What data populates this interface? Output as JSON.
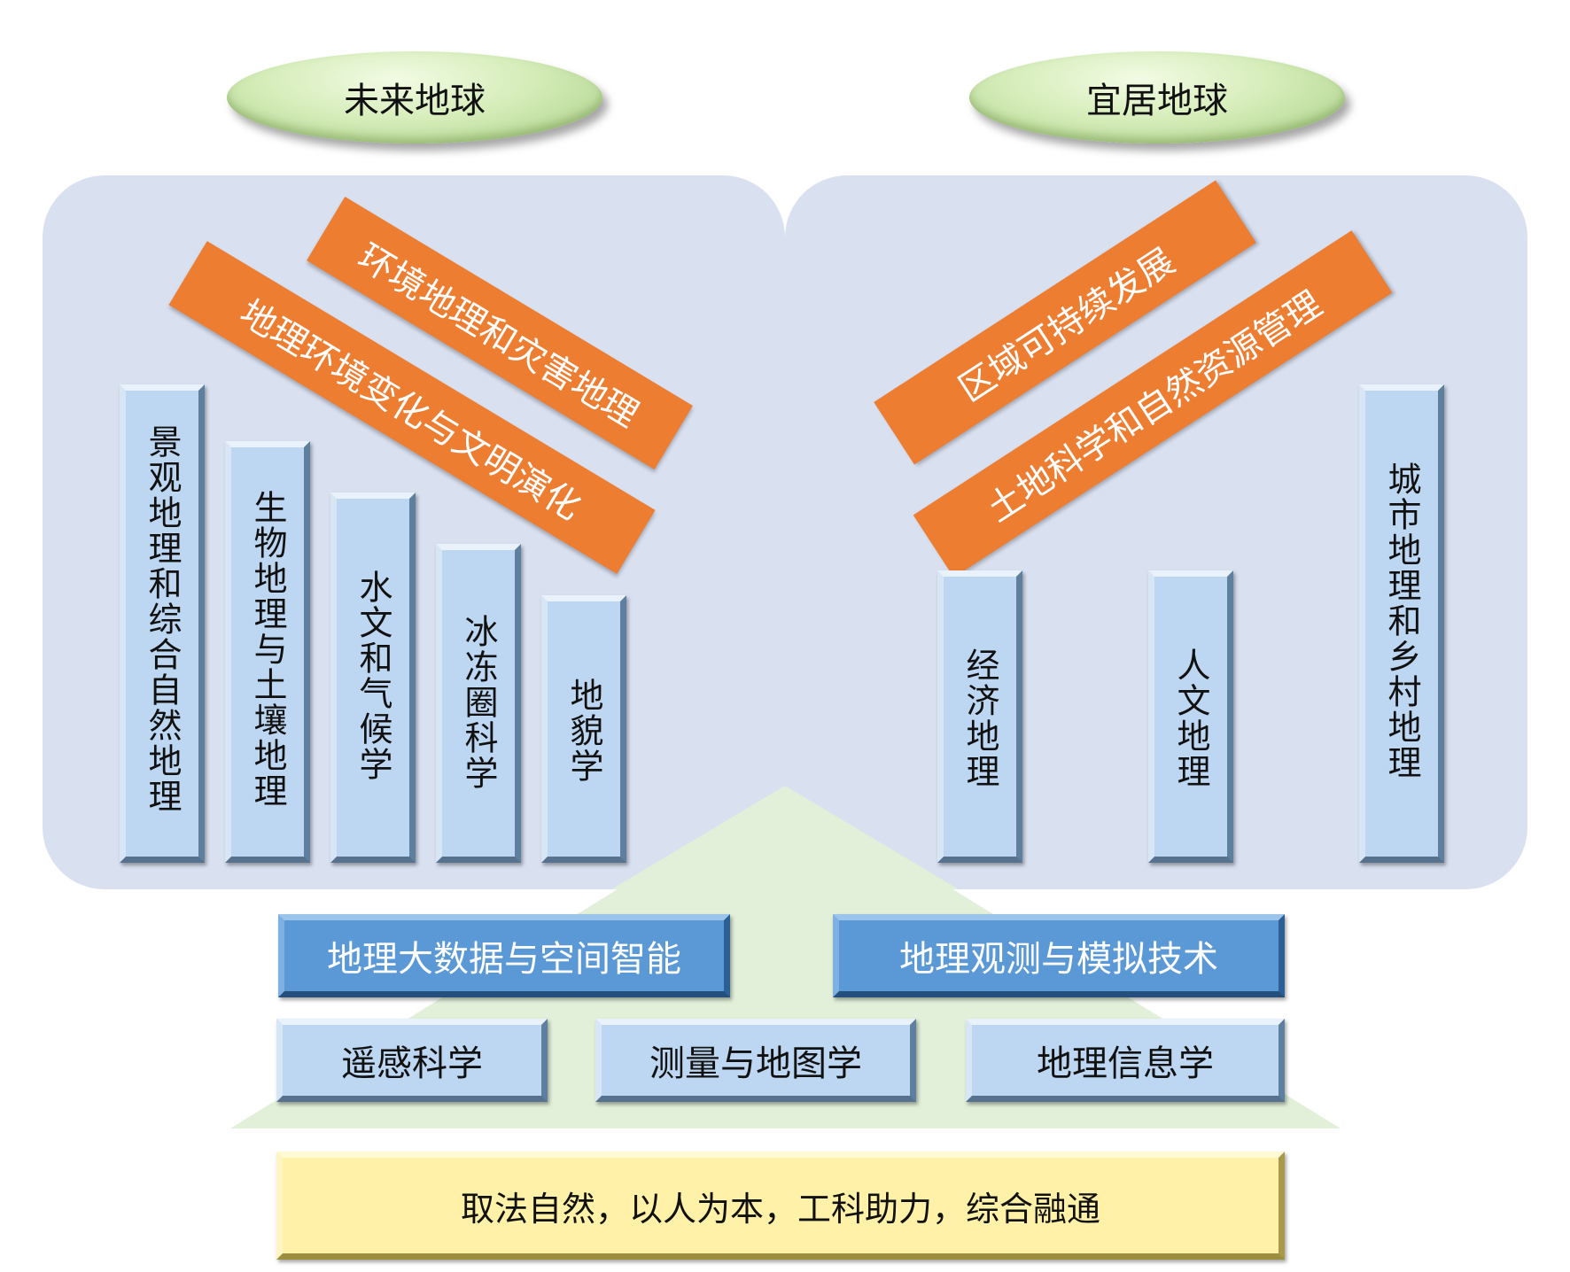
{
  "top_left_oval": "未来地球",
  "top_right_oval": "宜居地球",
  "left_banners": [
    "环境地理和灾害地理",
    "地理环境变化与文明演化"
  ],
  "right_banners": [
    "区域可持续发展",
    "土地科学和自然资源管理"
  ],
  "left_columns": [
    "景观地理和综合自然地理",
    "生物地理与土壤地理",
    "水文和气候学",
    "冰冻圈科学",
    "地貌学"
  ],
  "right_columns": [
    "经济地理",
    "人文地理",
    "城市地理和乡村地理"
  ],
  "technology_boxes": [
    "地理大数据与空间智能",
    "地理观测与模拟技术"
  ],
  "foundation_boxes": [
    "遥感科学",
    "测量与地图学",
    "地理信息学"
  ],
  "base_motto": "取法自然，以人为本，工科助力，综合融通",
  "colors": {
    "oval_green": "#d6edba",
    "panel": "#d9e0f0",
    "banner_orange": "#ed7d31",
    "column_light_blue": "#bdd7f2",
    "tech_blue": "#5a98d6",
    "base_yellow": "#fff2a8",
    "pyramid_green": "#e2efd9"
  }
}
